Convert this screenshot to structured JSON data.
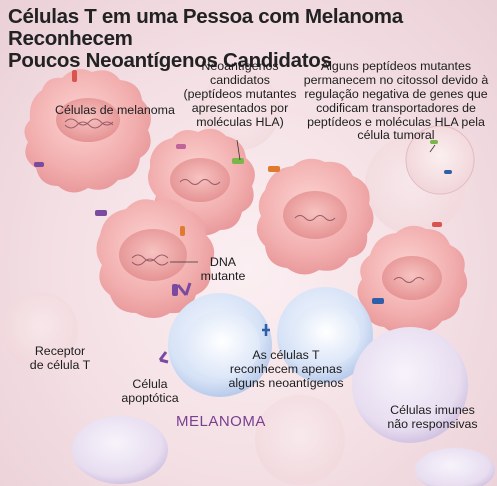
{
  "title_line1": "Células T em uma Pessoa com Melanoma Reconhecem",
  "title_line2": "Poucos Neoantígenos Candidatos",
  "labels": {
    "melanoma_cells": "Células de melanoma",
    "neoantigen_candidates": [
      "Neoantígenos",
      "candidatos",
      "(peptídeos mutantes",
      "apresentados por",
      "moléculas HLA)"
    ],
    "cytosol_peptides": [
      "Alguns peptídeos mutantes",
      "permanecem no citossol devido à",
      "regulação negativa de genes que",
      "codificam transportadores de",
      "peptídeos e moléculas HLA pela",
      "célula tumoral"
    ],
    "mutant_dna": [
      "DNA",
      "mutante"
    ],
    "tcell_receptor": [
      "Receptor",
      "de célula T"
    ],
    "tcells_recognize": [
      "As células T",
      "reconhecem apenas",
      "alguns neoantígenos"
    ],
    "apoptotic_cell": [
      "Célula",
      "apoptótica"
    ],
    "melanoma": "MELANOMA",
    "unresponsive_immune": [
      "Células imunes",
      "não responsivas"
    ]
  },
  "colors": {
    "melanoma_cell": "#f0a9a9",
    "melanoma_nucleus": "#e98f8f",
    "t_cell": "#d9e4f6",
    "immune_cell": "#e8e2f0",
    "melanoma_text": "#7a3f8e",
    "receptor": "#7a4aa0",
    "peptide_green": "#7ab648",
    "peptide_orange": "#e07a2e",
    "peptide_blue": "#2f5fa8"
  }
}
